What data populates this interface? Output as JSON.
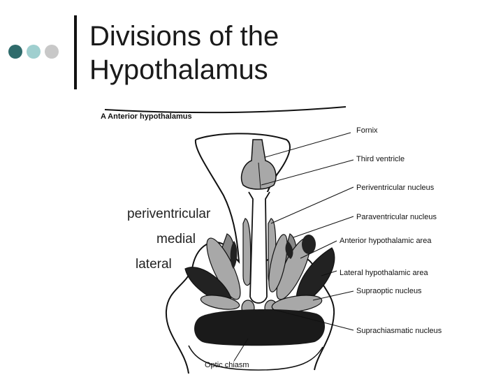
{
  "slide": {
    "title_line1": "Divisions of the",
    "title_line2": "Hypothalamus"
  },
  "colors": {
    "dot_dark": "#2f6b6b",
    "dot_light_teal": "#9fcfcf",
    "dot_gray": "#c8c8c8"
  },
  "figure": {
    "panel_title": "A  Anterior hypothalamus",
    "labels": {
      "fornix": "Fornix",
      "third_ventricle": "Third ventricle",
      "periventricular_nucleus": "Periventricular nucleus",
      "paraventricular_nucleus": "Paraventricular nucleus",
      "anterior_hypothalamic_area": "Anterior hypothalamic area",
      "lateral_hypothalamic_area": "Lateral hypothalamic area",
      "supraoptic_nucleus": "Supraoptic nucleus",
      "suprachiasmatic_nucleus": "Suprachiasmatic nucleus",
      "optic_chiasm": "Optic chiasm"
    }
  },
  "overlay_labels": {
    "periventricular": "periventricular",
    "medial": "medial",
    "lateral": "lateral"
  }
}
